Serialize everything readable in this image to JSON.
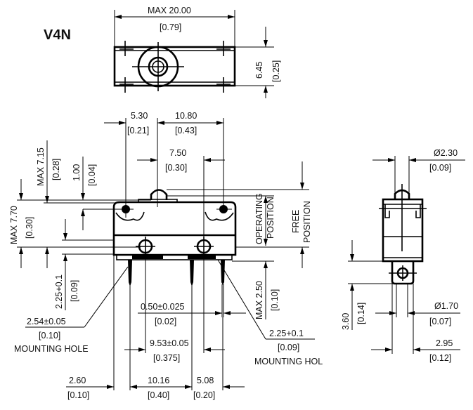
{
  "title": "V4N",
  "top_view": {
    "width_dim": "MAX 20.00",
    "width_inch": "[0.79]",
    "height_dim": "6.45",
    "height_inch": "[0.25]"
  },
  "front_view": {
    "d530": "5.30",
    "d530_in": "[0.21]",
    "d1080": "10.80",
    "d1080_in": "[0.43]",
    "d750": "7.50",
    "d750_in": "[0.30]",
    "max715": "MAX 7.15",
    "max715_in": "[0.28]",
    "d100": "1.00",
    "d100_in": "[0.04]",
    "max770": "MAX 7.70",
    "max770_in": "[0.30]",
    "d225a": "2.25+0.1",
    "d225a_in": "[0.09]",
    "operating_1": "OPERATING",
    "operating_2": "POSITION",
    "free_1": "FREE",
    "free_2": "POSITION",
    "max250": "MAX 2.50",
    "max250_in": "[0.10]",
    "d254": "2.54±0.05",
    "d254_in": "[0.10]",
    "mount_left": "MOUNTING HOLE",
    "d225b": "2.25+0.1",
    "d225b_in": "[0.09]",
    "mount_right": "MOUNTING HOL",
    "d050": "0.50±0.025",
    "d050_in": "[0.02]",
    "d953": "9.53±0.05",
    "d953_in": "[0.375]",
    "d260": "2.60",
    "d260_in": "[0.10]",
    "d1016": "10.16",
    "d1016_in": "[0.40]",
    "d508": "5.08",
    "d508_in": "[0.20]"
  },
  "side_view": {
    "d230": "Ø2.30",
    "d230_in": "[0.09]",
    "d360": "3.60",
    "d360_in": "[0.14]",
    "d170": "Ø1.70",
    "d170_in": "[0.07]",
    "d295": "2.95",
    "d295_in": "[0.12]"
  }
}
